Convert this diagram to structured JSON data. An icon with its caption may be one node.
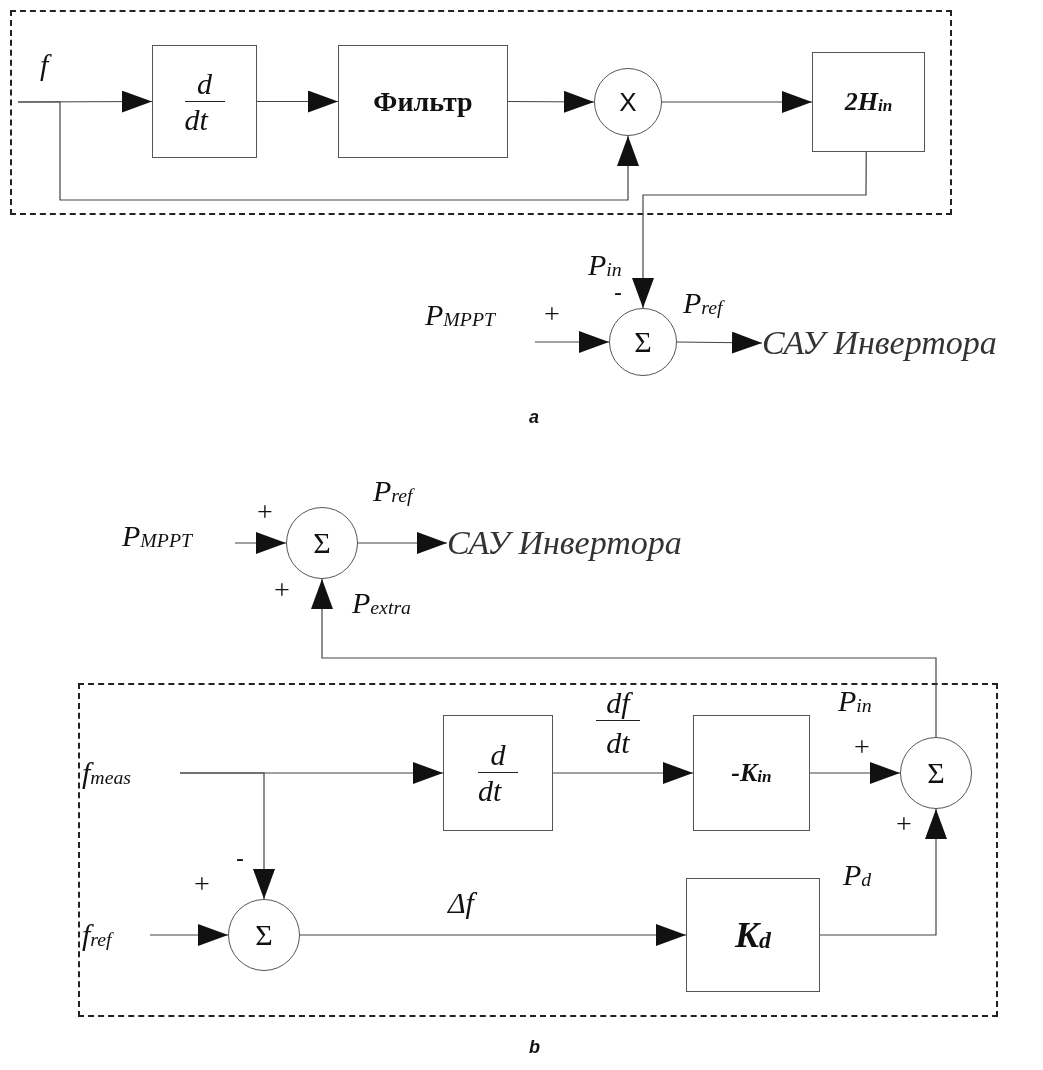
{
  "diagram": {
    "nodes": [
      {
        "text": [],
        "shape": "box"
      },
      {
        "text": [
          "f"
        ],
        "in": 0
      },
      {
        "text": [
          "d",
          "dt"
        ],
        "in": 0
      },
      {
        "text": [
          "Фильтр"
        ],
        "in": 0
      },
      {
        "text": [
          "X"
        ],
        "in": 0
      },
      {
        "text": [
          "2H$_{in}$"
        ],
        "in": 0
      },
      {
        "text": [
          "P$_{MPPT}$"
        ]
      },
      {
        "text": [
          "Σ"
        ]
      },
      {
        "text": [
          "САУ Инвертора"
        ]
      },
      {
        "text": [
          "P$_{MPPT}$"
        ]
      },
      {
        "text": [
          "Σ"
        ]
      },
      {
        "text": [
          "САУ Инвертора"
        ]
      },
      {
        "text": [],
        "shape": "box"
      },
      {
        "text": [
          "f$_{meas}$"
        ],
        "in": 12
      },
      {
        "text": [
          "d",
          "dt"
        ],
        "in": 12
      },
      {
        "text": [
          "-K$_{in}$"
        ],
        "in": 12
      },
      {
        "text": [
          "Σ"
        ],
        "in": 12
      },
      {
        "text": [
          "f$_{ref}$"
        ],
        "in": 12
      },
      {
        "text": [
          "Σ"
        ],
        "in": 12
      },
      {
        "text": [
          "K$_{d}$"
        ],
        "in": 12
      }
    ],
    "edges": [
      {
        "from": 1,
        "to": 2,
        "arrow": "to"
      },
      {
        "from": 2,
        "to": 3,
        "arrow": "to"
      },
      {
        "from": 3,
        "to": 4,
        "arrow": "to"
      },
      {
        "from": 1,
        "to": 4,
        "arrow": "to"
      },
      {
        "from": 4,
        "to": 5,
        "arrow": "to"
      },
      {
        "from": 5,
        "to": 7,
        "arrow": "to",
        "label": "P$_{in}$"
      },
      {
        "from": 6,
        "to": 7,
        "arrow": "to"
      },
      {
        "from": 7,
        "to": 8,
        "arrow": "to",
        "label": "P$_{ref}$"
      },
      {
        "from": 9,
        "to": 10,
        "arrow": "to"
      },
      {
        "from": 10,
        "to": 11,
        "arrow": "to",
        "label": "P$_{ref}$"
      },
      {
        "from": 16,
        "to": 10,
        "arrow": "to",
        "label": "P$_{extra}$"
      },
      {
        "from": 13,
        "to": 14,
        "arrow": "to"
      },
      {
        "from": 14,
        "to": 15,
        "arrow": "to"
      },
      {
        "from": 15,
        "to": 16,
        "arrow": "to",
        "label": "P$_{in}$"
      },
      {
        "from": 13,
        "to": 18,
        "arrow": "to"
      },
      {
        "from": 17,
        "to": 18,
        "arrow": "to"
      },
      {
        "from": 18,
        "to": 19,
        "arrow": "to",
        "label": "Δf"
      },
      {
        "from": 19,
        "to": 16,
        "arrow": "to",
        "label": "P$_{d}$"
      }
    ],
    "labels": [
      "-",
      "+",
      "a",
      "+",
      "+",
      "df",
      "dt",
      "+",
      "+",
      "-",
      "+",
      "b"
    ]
  }
}
